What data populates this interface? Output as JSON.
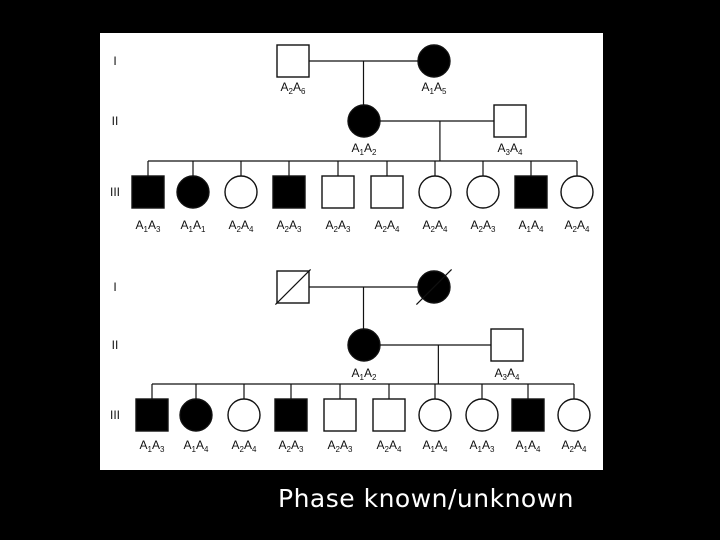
{
  "caption": "Phase known/unknown",
  "colors": {
    "background": "#000000",
    "panel": "#ffffff",
    "ink": "#111111",
    "affected_fill": "#000000"
  },
  "pedigrees": [
    {
      "generation_labels": [
        "I",
        "II",
        "III"
      ],
      "gen1": [
        {
          "sex": "male",
          "affected": false,
          "deceased": false,
          "genotype": [
            "A",
            "2",
            "A",
            "6"
          ]
        },
        {
          "sex": "female",
          "affected": true,
          "deceased": false,
          "genotype": [
            "A",
            "1",
            "A",
            "5"
          ]
        }
      ],
      "gen2": [
        {
          "sex": "female",
          "affected": true,
          "genotype": [
            "A",
            "1",
            "A",
            "2"
          ]
        },
        {
          "sex": "male",
          "affected": false,
          "genotype": [
            "A",
            "3",
            "A",
            "4"
          ]
        }
      ],
      "gen3": [
        {
          "sex": "male",
          "affected": true,
          "genotype": [
            "A",
            "1",
            "A",
            "3"
          ]
        },
        {
          "sex": "female",
          "affected": true,
          "genotype": [
            "A",
            "1",
            "A",
            "1"
          ]
        },
        {
          "sex": "female",
          "affected": false,
          "genotype": [
            "A",
            "2",
            "A",
            "4"
          ]
        },
        {
          "sex": "male",
          "affected": true,
          "genotype": [
            "A",
            "2",
            "A",
            "3"
          ]
        },
        {
          "sex": "male",
          "affected": false,
          "genotype": [
            "A",
            "2",
            "A",
            "3"
          ]
        },
        {
          "sex": "male",
          "affected": false,
          "genotype": [
            "A",
            "2",
            "A",
            "4"
          ]
        },
        {
          "sex": "female",
          "affected": false,
          "genotype": [
            "A",
            "2",
            "A",
            "4"
          ]
        },
        {
          "sex": "female",
          "affected": false,
          "genotype": [
            "A",
            "2",
            "A",
            "3"
          ]
        },
        {
          "sex": "male",
          "affected": true,
          "genotype": [
            "A",
            "1",
            "A",
            "4"
          ]
        },
        {
          "sex": "female",
          "affected": false,
          "genotype": [
            "A",
            "2",
            "A",
            "4"
          ]
        }
      ]
    },
    {
      "generation_labels": [
        "I",
        "II",
        "III"
      ],
      "gen1": [
        {
          "sex": "male",
          "affected": false,
          "deceased": true,
          "genotype": null
        },
        {
          "sex": "female",
          "affected": true,
          "deceased": true,
          "genotype": null
        }
      ],
      "gen2": [
        {
          "sex": "female",
          "affected": true,
          "genotype": [
            "A",
            "1",
            "A",
            "2"
          ]
        },
        {
          "sex": "male",
          "affected": false,
          "genotype": [
            "A",
            "3",
            "A",
            "4"
          ]
        }
      ],
      "gen3": [
        {
          "sex": "male",
          "affected": true,
          "genotype": [
            "A",
            "1",
            "A",
            "3"
          ]
        },
        {
          "sex": "female",
          "affected": true,
          "genotype": [
            "A",
            "1",
            "A",
            "4"
          ]
        },
        {
          "sex": "female",
          "affected": false,
          "genotype": [
            "A",
            "2",
            "A",
            "4"
          ]
        },
        {
          "sex": "male",
          "affected": true,
          "genotype": [
            "A",
            "2",
            "A",
            "3"
          ]
        },
        {
          "sex": "male",
          "affected": false,
          "genotype": [
            "A",
            "2",
            "A",
            "3"
          ]
        },
        {
          "sex": "male",
          "affected": false,
          "genotype": [
            "A",
            "2",
            "A",
            "4"
          ]
        },
        {
          "sex": "female",
          "affected": false,
          "genotype": [
            "A",
            "1",
            "A",
            "4"
          ]
        },
        {
          "sex": "female",
          "affected": false,
          "genotype": [
            "A",
            "1",
            "A",
            "3"
          ]
        },
        {
          "sex": "male",
          "affected": true,
          "genotype": [
            "A",
            "1",
            "A",
            "4"
          ]
        },
        {
          "sex": "female",
          "affected": false,
          "genotype": [
            "A",
            "2",
            "A",
            "4"
          ]
        }
      ]
    }
  ]
}
